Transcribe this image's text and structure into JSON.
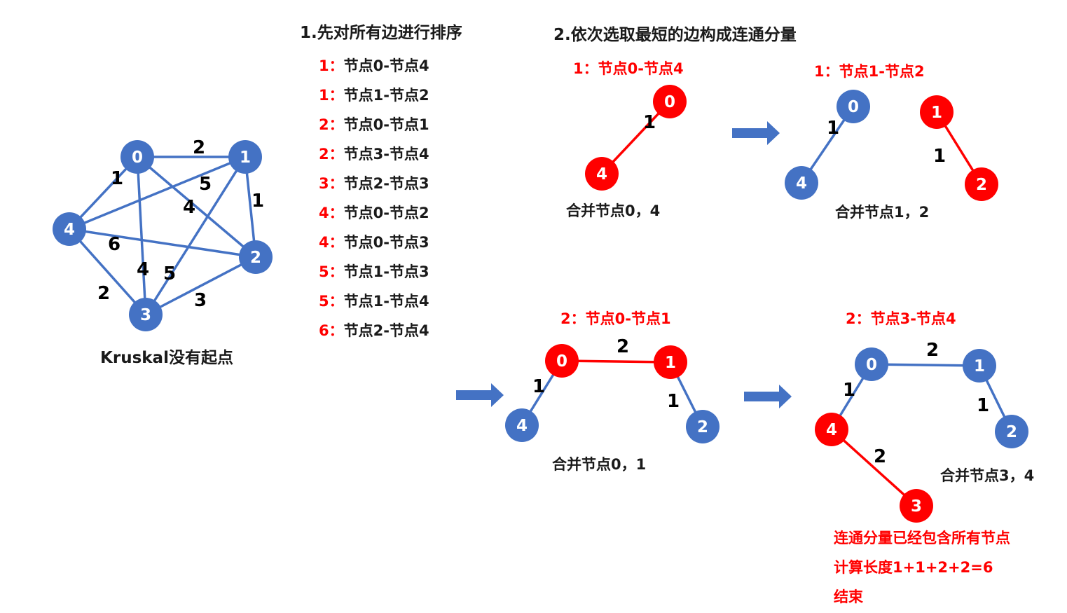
{
  "colors": {
    "blue": "#4472C4",
    "red": "#FF0000",
    "text": "#1a1a1a",
    "white": "#ffffff"
  },
  "main_graph": {
    "nodes": [
      {
        "id": "n0",
        "label": "0"
      },
      {
        "id": "n1",
        "label": "1"
      },
      {
        "id": "n2",
        "label": "2"
      },
      {
        "id": "n3",
        "label": "3"
      },
      {
        "id": "n4",
        "label": "4"
      }
    ],
    "edges": [
      {
        "from": "n0",
        "to": "n1",
        "weight": "2"
      },
      {
        "from": "n0",
        "to": "n4",
        "weight": "1"
      },
      {
        "from": "n1",
        "to": "n4",
        "weight": "5"
      },
      {
        "from": "n0",
        "to": "n2",
        "weight": "4"
      },
      {
        "from": "n1",
        "to": "n2",
        "weight": "1"
      },
      {
        "from": "n4",
        "to": "n2",
        "weight": "6"
      },
      {
        "from": "n0",
        "to": "n3",
        "weight": "4"
      },
      {
        "from": "n1",
        "to": "n3",
        "weight": "5"
      },
      {
        "from": "n4",
        "to": "n3",
        "weight": "2"
      },
      {
        "from": "n3",
        "to": "n2",
        "weight": "3"
      }
    ],
    "caption": "Kruskal没有起点"
  },
  "step1": {
    "title": "1.先对所有边进行排序",
    "sorted_edges": [
      {
        "weight": "1",
        "sep": "：",
        "pair": "节点0-节点4"
      },
      {
        "weight": "1",
        "sep": "：",
        "pair": "节点1-节点2"
      },
      {
        "weight": "2",
        "sep": "：",
        "pair": "节点0-节点1"
      },
      {
        "weight": "2",
        "sep": "：",
        "pair": "节点3-节点4"
      },
      {
        "weight": "3",
        "sep": "：",
        "pair": "节点2-节点3"
      },
      {
        "weight": "4",
        "sep": "：",
        "pair": "节点0-节点2"
      },
      {
        "weight": "4",
        "sep": "：",
        "pair": "节点0-节点3"
      },
      {
        "weight": "5",
        "sep": "：",
        "pair": "节点1-节点3"
      },
      {
        "weight": "5",
        "sep": "：",
        "pair": "节点1-节点4"
      },
      {
        "weight": "6",
        "sep": "：",
        "pair": "节点2-节点4"
      }
    ]
  },
  "step2": {
    "title": "2.依次选取最短的边构成连通分量",
    "panels": [
      {
        "heading": "1：节点0-节点4",
        "nodes": [
          {
            "id": "a0",
            "label": "0",
            "color": "red"
          },
          {
            "id": "a4",
            "label": "4",
            "color": "red"
          }
        ],
        "edges": [
          {
            "from": "a0",
            "to": "a4",
            "weight": "1",
            "color": "red"
          }
        ],
        "note": "合并节点0，4"
      },
      {
        "heading": "1：节点1-节点2",
        "nodes": [
          {
            "id": "b0",
            "label": "0",
            "color": "blue"
          },
          {
            "id": "b4",
            "label": "4",
            "color": "blue"
          },
          {
            "id": "b1",
            "label": "1",
            "color": "red"
          },
          {
            "id": "b2",
            "label": "2",
            "color": "red"
          }
        ],
        "edges": [
          {
            "from": "b0",
            "to": "b4",
            "weight": "1",
            "color": "blue"
          },
          {
            "from": "b1",
            "to": "b2",
            "weight": "1",
            "color": "red"
          }
        ],
        "note": "合并节点1，2"
      },
      {
        "heading": "2：节点0-节点1",
        "nodes": [
          {
            "id": "c0",
            "label": "0",
            "color": "red"
          },
          {
            "id": "c1",
            "label": "1",
            "color": "red"
          },
          {
            "id": "c4",
            "label": "4",
            "color": "blue"
          },
          {
            "id": "c2",
            "label": "2",
            "color": "blue"
          }
        ],
        "edges": [
          {
            "from": "c0",
            "to": "c1",
            "weight": "2",
            "color": "red"
          },
          {
            "from": "c0",
            "to": "c4",
            "weight": "1",
            "color": "blue"
          },
          {
            "from": "c1",
            "to": "c2",
            "weight": "1",
            "color": "blue"
          }
        ],
        "note": "合并节点0，1"
      },
      {
        "heading": "2：节点3-节点4",
        "nodes": [
          {
            "id": "d0",
            "label": "0",
            "color": "blue"
          },
          {
            "id": "d1",
            "label": "1",
            "color": "blue"
          },
          {
            "id": "d4",
            "label": "4",
            "color": "red"
          },
          {
            "id": "d2",
            "label": "2",
            "color": "blue"
          },
          {
            "id": "d3",
            "label": "3",
            "color": "red"
          }
        ],
        "edges": [
          {
            "from": "d0",
            "to": "d1",
            "weight": "2",
            "color": "blue"
          },
          {
            "from": "d0",
            "to": "d4",
            "weight": "1",
            "color": "blue"
          },
          {
            "from": "d1",
            "to": "d2",
            "weight": "1",
            "color": "blue"
          },
          {
            "from": "d4",
            "to": "d3",
            "weight": "2",
            "color": "red"
          }
        ],
        "note": "合并节点3，4"
      }
    ],
    "conclusion": [
      "连通分量已经包含所有节点",
      "计算长度1+1+2+2=6",
      "结束"
    ]
  }
}
